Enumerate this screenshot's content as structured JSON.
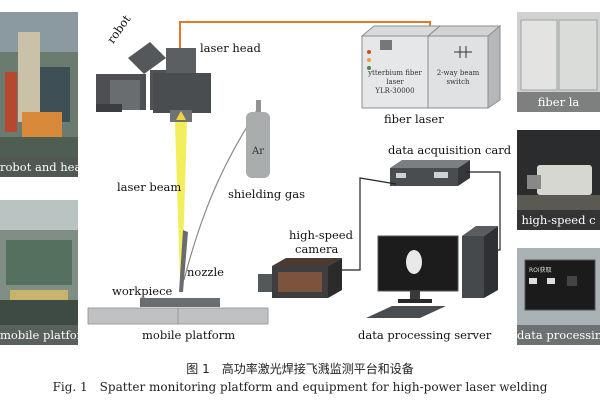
{
  "labels": {
    "robot": "robot",
    "laser_head": "laser head",
    "laser_beam": "laser beam",
    "shielding_gas": "shielding gas",
    "gas_cylinder": "Ar",
    "nozzle": "nozzle",
    "workpiece": "workpiece",
    "mobile_platform": "mobile platform",
    "fiber_laser": "fiber laser",
    "laser_unit": [
      "ytterbium fiber",
      "laser",
      "YLR-30000"
    ],
    "switch_unit": [
      "2-way beam",
      "switch"
    ],
    "data_acquisition_card": "data acquisition card",
    "high_speed_camera": [
      "high-speed",
      "camera"
    ],
    "data_processing_server": "data processing server"
  },
  "photos": {
    "left_top": "robot and head",
    "left_bottom": "mobile platform",
    "right_top": "fiber la",
    "right_mid": "high-speed c",
    "right_bottom": "data processin"
  },
  "screen_tag": "ROI获取",
  "caption": {
    "cn": "图 1　高功率激光焊接飞溅监测平台和设备",
    "en": "Fig. 1　Spatter monitoring platform and equipment for high-power laser welding"
  },
  "colors": {
    "fiber_cable": "#e07a2a",
    "laser_beam": "#f2ee5c",
    "equipment_dark": "#4d4f52"
  }
}
